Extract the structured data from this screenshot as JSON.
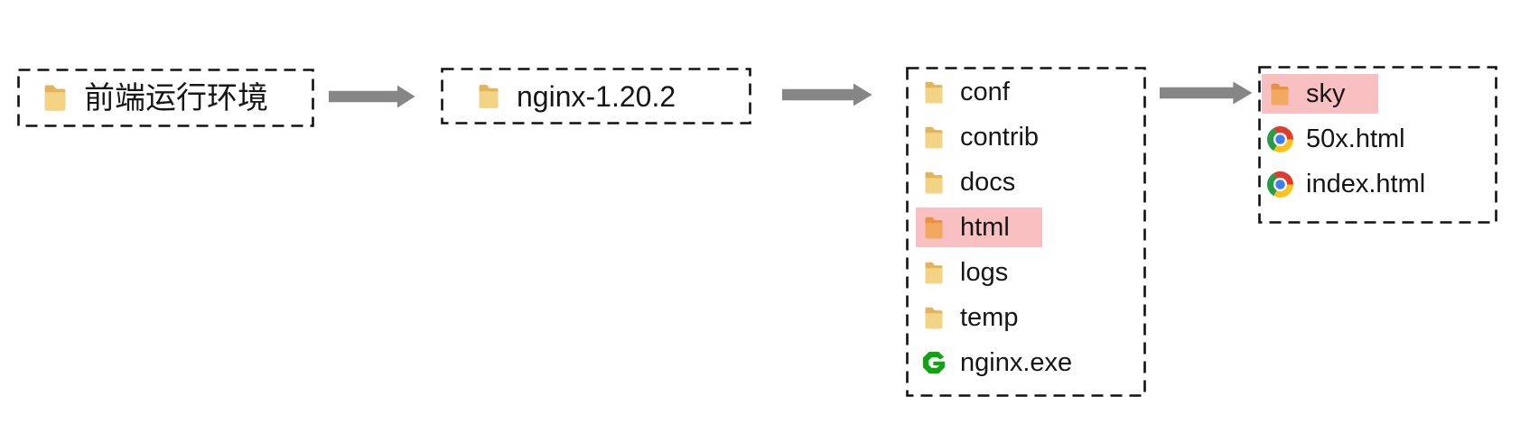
{
  "colors": {
    "background": "#ffffff",
    "border": "#111111",
    "text": "#161616",
    "arrow": "#868686",
    "highlight": "#f8c0c0",
    "folder_back": "#e2b45e",
    "folder_front": "#f3d484",
    "folder_back_hl": "#e8913e",
    "folder_front_hl": "#f2a95f",
    "nginx_green": "#12a312",
    "chrome_red": "#e23b2a",
    "chrome_yellow": "#fcc21b",
    "chrome_green": "#279c46",
    "chrome_blue": "#3e7dee"
  },
  "nodes": {
    "frontend_env": {
      "label": "前端运行环境",
      "icon": "folder"
    },
    "nginx_dir": {
      "label": "nginx-1.20.2",
      "icon": "folder"
    },
    "nginx_contents": {
      "items": [
        {
          "label": "conf",
          "icon": "folder",
          "highlighted": false
        },
        {
          "label": "contrib",
          "icon": "folder",
          "highlighted": false
        },
        {
          "label": "docs",
          "icon": "folder",
          "highlighted": false
        },
        {
          "label": "html",
          "icon": "folder",
          "highlighted": true
        },
        {
          "label": "logs",
          "icon": "folder",
          "highlighted": false
        },
        {
          "label": "temp",
          "icon": "folder",
          "highlighted": false
        },
        {
          "label": "nginx.exe",
          "icon": "nginx",
          "highlighted": false
        }
      ]
    },
    "html_contents": {
      "items": [
        {
          "label": "sky",
          "icon": "folder",
          "highlighted": true
        },
        {
          "label": "50x.html",
          "icon": "chrome",
          "highlighted": false
        },
        {
          "label": "index.html",
          "icon": "chrome",
          "highlighted": false
        }
      ]
    }
  },
  "connector_icon": "arrow-right-icon"
}
